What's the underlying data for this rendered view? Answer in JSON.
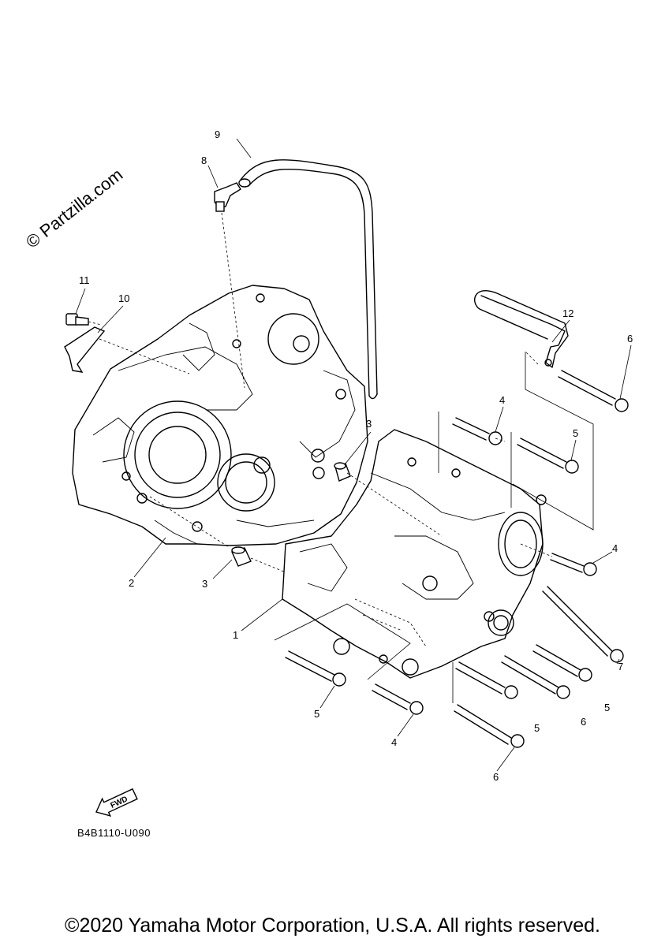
{
  "watermark": "© Partzilla.com",
  "diagram": {
    "callouts": {
      "c1": "1",
      "c2": "2",
      "c3a": "3",
      "c3b": "3",
      "c4a": "4",
      "c4b": "4",
      "c4c": "4",
      "c5a": "5",
      "c5b": "5",
      "c5c": "5",
      "c5d": "5",
      "c6a": "6",
      "c6b": "6",
      "c6c": "6",
      "c7": "7",
      "c8": "8",
      "c9": "9",
      "c10": "10",
      "c11": "11",
      "c12": "12"
    },
    "fwd_label": "FWD",
    "catalog_code": "B4B1110-U090"
  },
  "footer": {
    "copyright": "©2020 Yamaha Motor Corporation, U.S.A. All rights reserved."
  }
}
